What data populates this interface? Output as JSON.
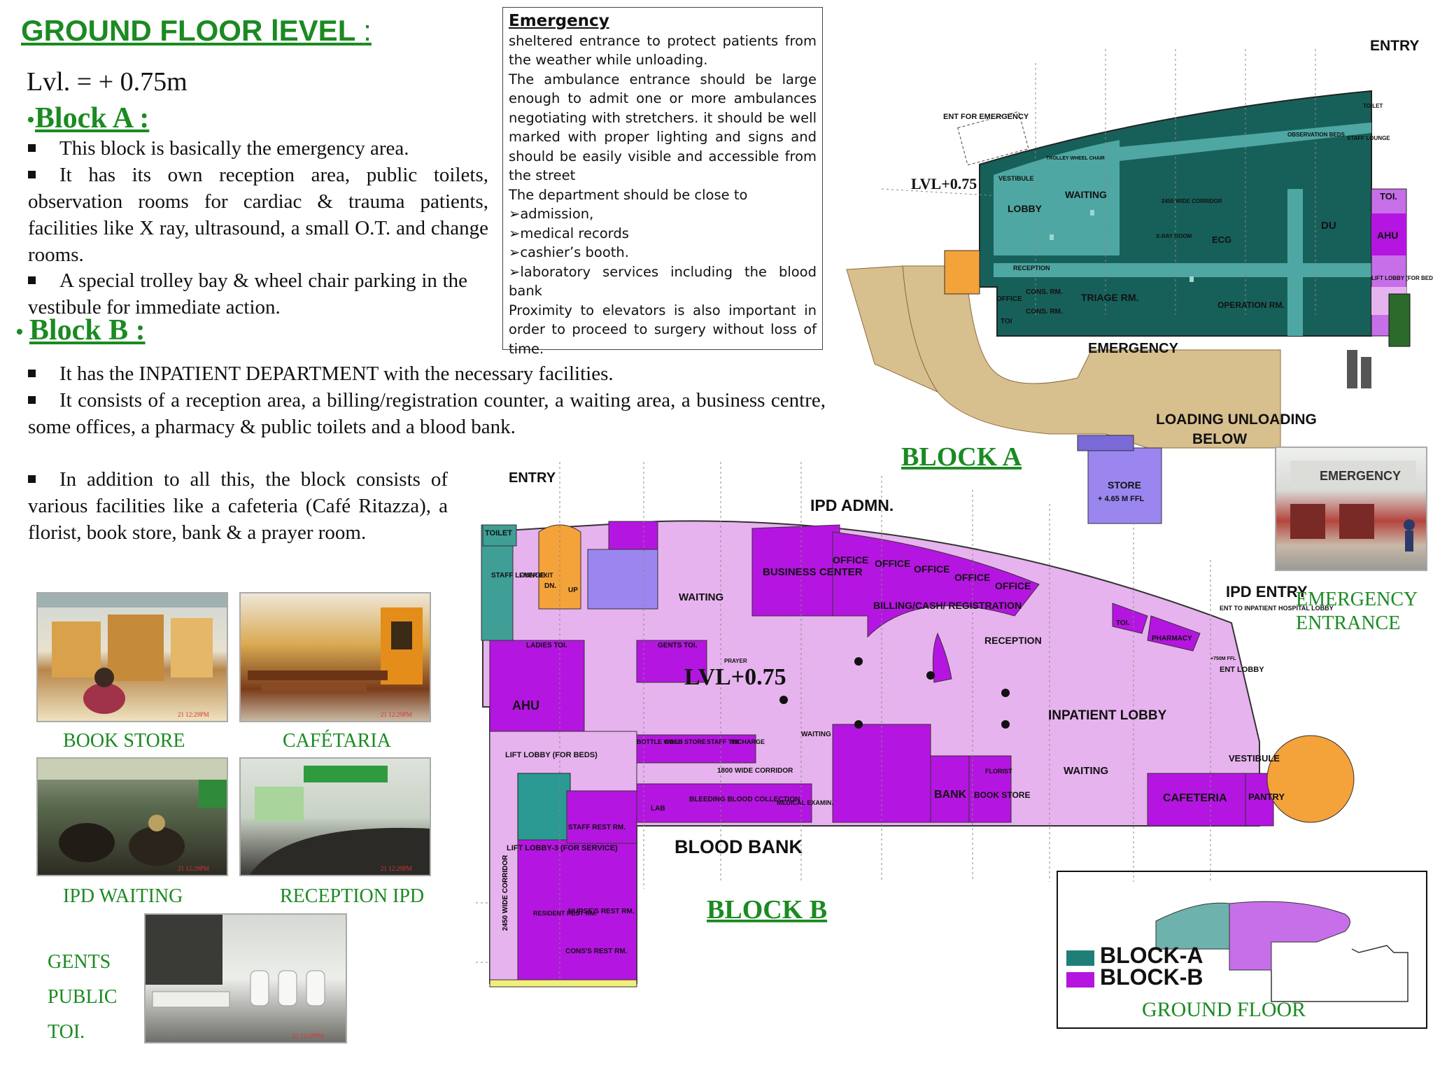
{
  "header": {
    "title": "GROUND FLOOR lEVEL",
    "title_colon": ":",
    "level": "Lvl. = + 0.75m"
  },
  "block_a": {
    "heading": "Block A :",
    "bullets": [
      "This block is basically the emergency area.",
      "It has its own reception area, public toilets, observation rooms for cardiac & trauma patients, facilities like X ray, ultrasound, a small O.T. and change rooms.",
      "A special trolley bay & wheel chair parking in the vestibule for immediate action."
    ]
  },
  "block_b": {
    "heading": "Block B :",
    "bullets": [
      "It has the INPATIENT DEPARTMENT with the necessary facilities.",
      "It consists of  a reception area, a billing/registration counter, a waiting area, a business centre, some offices, a pharmacy & public toilets and a blood bank.",
      "In addition to all this, the block consists of various facilities like a cafeteria (Café Ritazza), a florist, book store, bank & a prayer room."
    ]
  },
  "emergency_box": {
    "heading": "Emergency",
    "lines": [
      "sheltered entrance to protect patients from the weather while unloading.",
      "The ambulance entrance should be large enough to admit one or more ambulances negotiating with stretchers. it should be well marked with proper lighting and signs and should be easily visible and accessible from the street",
      "The department should be close to",
      "➢admission,",
      "➢medical records",
      "➢cashier’s booth.",
      "➢laboratory services including the blood bank",
      "Proximity to elevators is also important in order to proceed to surgery without loss of time."
    ]
  },
  "photos": [
    {
      "caption": "BOOK STORE"
    },
    {
      "caption": "CAFÉTARIA"
    },
    {
      "caption": "IPD WAITING"
    },
    {
      "caption": "RECEPTION IPD"
    },
    {
      "caption": "GENTS PUBLIC TOI."
    }
  ],
  "photo_stamps": [
    "21 12:29PM",
    "21 12:29PM",
    "21 12:29PM",
    "21 12:29PM",
    "21 12:29PM"
  ],
  "plan_a": {
    "labels": {
      "entry": "ENTRY",
      "ent_emergency": "ENT FOR EMERGENCY",
      "lvl": "LVL+0.75",
      "lobby": "LOBBY",
      "waiting": "WAITING",
      "vestibule": "VESTIBULE",
      "trolley": "TROLLEY WHEEL CHAIR",
      "reception": "RECEPTION",
      "triage": "TRIAGE RM.",
      "office": "OFFICE",
      "toi": "TOI",
      "cons1": "CONS. RM.",
      "cons2": "CONS. RM.",
      "emergency": "EMERGENCY",
      "loading": "LOADING UNLOADING",
      "below": "BELOW",
      "store": "STORE",
      "store_lvl": "+ 4.65 M FFL",
      "block": "BLOCK A",
      "operation": "OPERATION RM.",
      "ecg": "ECG",
      "xray": "X-RAY ROOM",
      "obs_beds": "OBSERVATION BEDS",
      "corridor": "2450 WIDE CORRIDOR",
      "ahu": "AHU",
      "lift_lobby": "LIFT LOBBY (FOR BEDS)",
      "toilet": "TOILET",
      "staff_lounge": "STAFF LOUNGE",
      "du": "DU",
      "toi2": "TOI."
    }
  },
  "plan_b": {
    "labels": {
      "entry": "ENTRY",
      "ipd_admn": "IPD ADMN.",
      "toilet": "TOILET",
      "staff_lounge": "STAFF LOUNGE",
      "emer_exit": "EMER EXIT",
      "dn": "DN.",
      "up": "UP",
      "waiting": "WAITING",
      "business": "BUSINESS CENTER",
      "office": "OFFICE",
      "billing": "BILLING/CASH/ REGISTRATION",
      "reception": "RECEPTION",
      "ipd_entry": "IPD ENTRY",
      "ent_inpatient": "ENT TO INPATIENT HOSPITAL LOBBY",
      "ent_lobby": "ENT LOBBY",
      "toi": "TOI.",
      "pharmacy": "PHARMACY",
      "ladies_toi": "LADIES TOI.",
      "gents_toi": "GENTS TOI.",
      "ahu": "AHU",
      "lvl": "LVL+0.75",
      "inpatient_lobby": "INPATIENT LOBBY",
      "waiting2": "WAITING",
      "vestibule": "VESTIBULE",
      "cafeteria": "CAFETERIA",
      "pantry": "PANTRY",
      "bank": "BANK",
      "book_store": "BOOK STORE",
      "florist": "FLORIST",
      "lift_lobby": "LIFT LOBBY (FOR BEDS)",
      "lift_lobby3": "LIFT LOBBY-3 (FOR SERVICE)",
      "corridor_1800": "1800 WIDE CORRIDOR",
      "lab": "LAB",
      "bleeding": "BLEEDING BLOOD COLLECTION",
      "blood_bank": "BLOOD BANK",
      "staff_rest": "STAFF REST RM.",
      "nurses_rest": "NURSE'S REST RM.",
      "cons_rest": "CONS'S REST RM.",
      "resident_rest": "RESIDENT REST RM.",
      "corridor_2450": "2450 WIDE CORRIDOR",
      "block": "BLOCK B",
      "emergency_entrance": "EMERGENCY ENTRANCE",
      "lvl_ffl": "+750M FFL",
      "waiting_small": "WAITING",
      "bottle_wash": "BOTTLE WASH",
      "cold_store": "COLD STORE",
      "staff_toi": "STAFF TOI.",
      "incharge": "INCHARGE",
      "prayer": "PRAYER",
      "medical_exam": "MEDICAL EXAMIN."
    }
  },
  "legend": {
    "items": [
      {
        "label": "BLOCK-A",
        "color": "#1f7f78"
      },
      {
        "label": "BLOCK-B",
        "color": "#b515e0"
      }
    ],
    "caption": "GROUND FLOOR"
  },
  "emergency_photo_sign": "EMERGENCY",
  "colors": {
    "green_text": "#1b8a22",
    "block_a_dark": "#17605a",
    "block_a_light": "#4ea7a3",
    "block_b_dark": "#b515e0",
    "block_b_light": "#e7b3ee",
    "stair": "#f4a23a",
    "ramp": "#d8bf8e",
    "store": "#9b86f0"
  }
}
